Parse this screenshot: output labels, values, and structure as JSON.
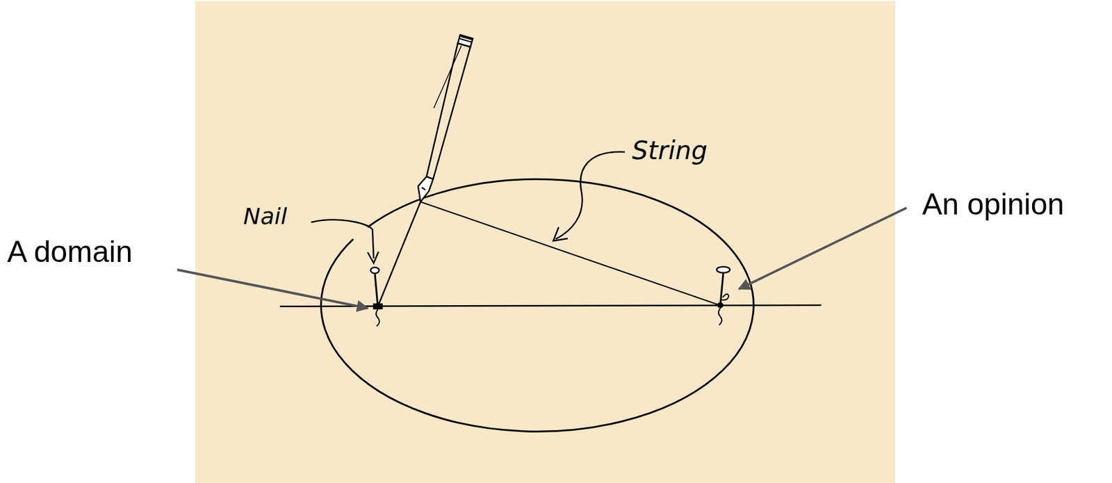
{
  "diagram": {
    "labels": [
      "Nail",
      "String",
      "A domain",
      "An opinion"
    ]
  }
}
